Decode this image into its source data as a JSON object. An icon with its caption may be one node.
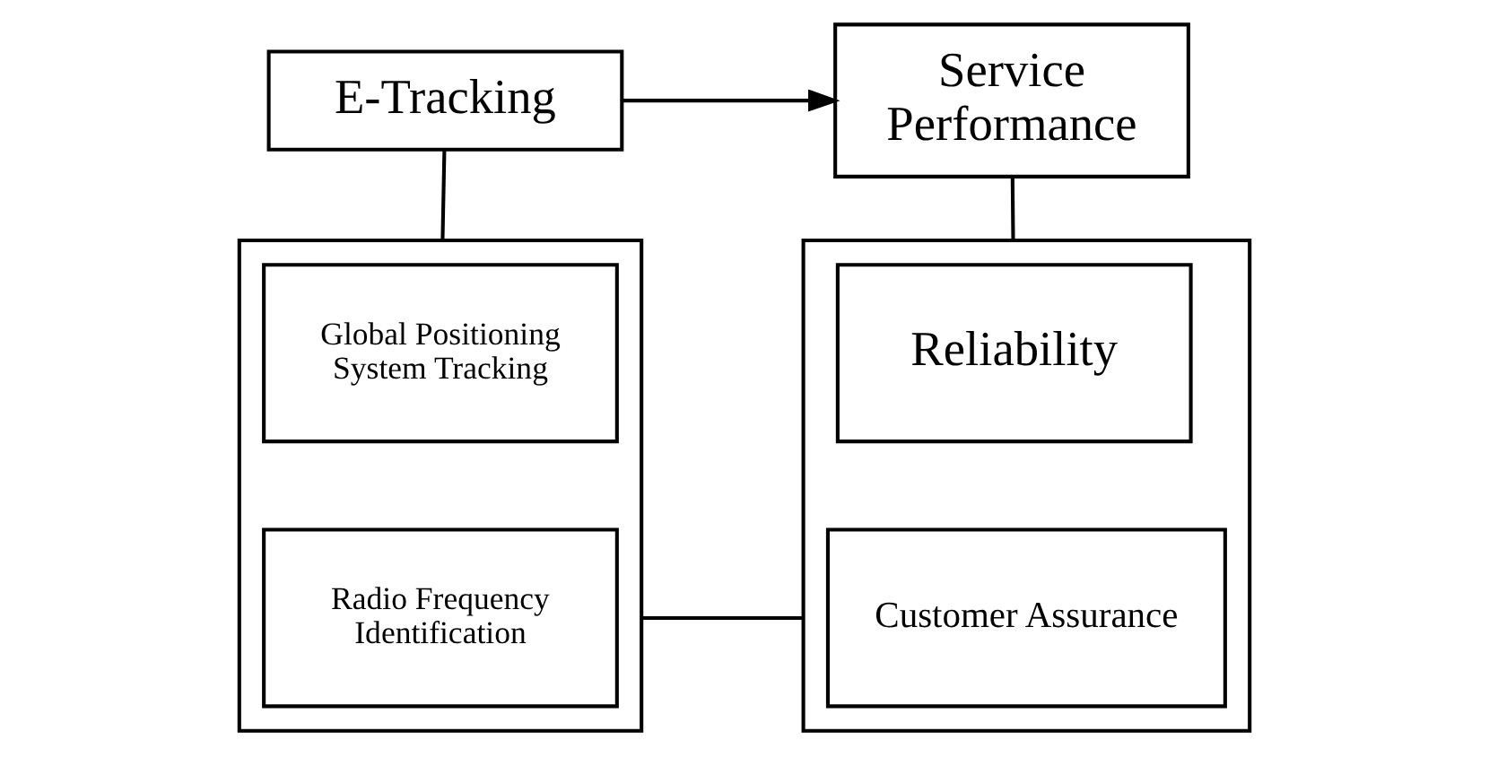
{
  "diagram": {
    "nodes": [
      {
        "text": [
          "E-Tracking"
        ]
      },
      {
        "text": [
          "Service Performance"
        ]
      },
      {
        "text": [],
        "shape": "box"
      },
      {
        "text": [
          "Global Positioning System Tracking"
        ],
        "in": 2
      },
      {
        "text": [
          "Radio Frequency Identification"
        ],
        "in": 2
      },
      {
        "text": [],
        "shape": "box"
      },
      {
        "text": [
          "Reliability"
        ],
        "in": 5
      },
      {
        "text": [
          "Customer Assurance"
        ],
        "in": 5
      }
    ],
    "edges": [
      {
        "from": 0,
        "to": 1,
        "arrow": "to"
      },
      {
        "from": 0,
        "to": 2,
        "arrow": "none"
      },
      {
        "from": 1,
        "to": 5,
        "arrow": "none"
      },
      {
        "from": 2,
        "to": 5,
        "arrow": "none"
      }
    ]
  }
}
